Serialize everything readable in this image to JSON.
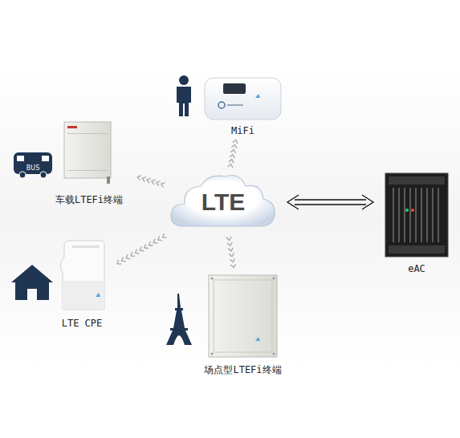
{
  "diagram": {
    "nodes": [
      {
        "text": [
          "MiFi"
        ]
      },
      {
        "text": [
          "车载LTEFi终端"
        ]
      },
      {
        "text": [
          "LTE"
        ]
      },
      {
        "text": [
          "eAC"
        ]
      },
      {
        "text": [
          "LTE CPE"
        ]
      },
      {
        "text": [
          "场点型LTEFi终端"
        ]
      }
    ],
    "edges": [
      {
        "from": 2,
        "to": 0,
        "arrow": "to"
      },
      {
        "from": 2,
        "to": 1,
        "arrow": "to"
      },
      {
        "from": 2,
        "to": 3,
        "arrow": "both"
      },
      {
        "from": 2,
        "to": 4,
        "arrow": "to"
      },
      {
        "from": 2,
        "to": 5,
        "arrow": "to"
      }
    ],
    "labels": [
      "BUS"
    ]
  }
}
